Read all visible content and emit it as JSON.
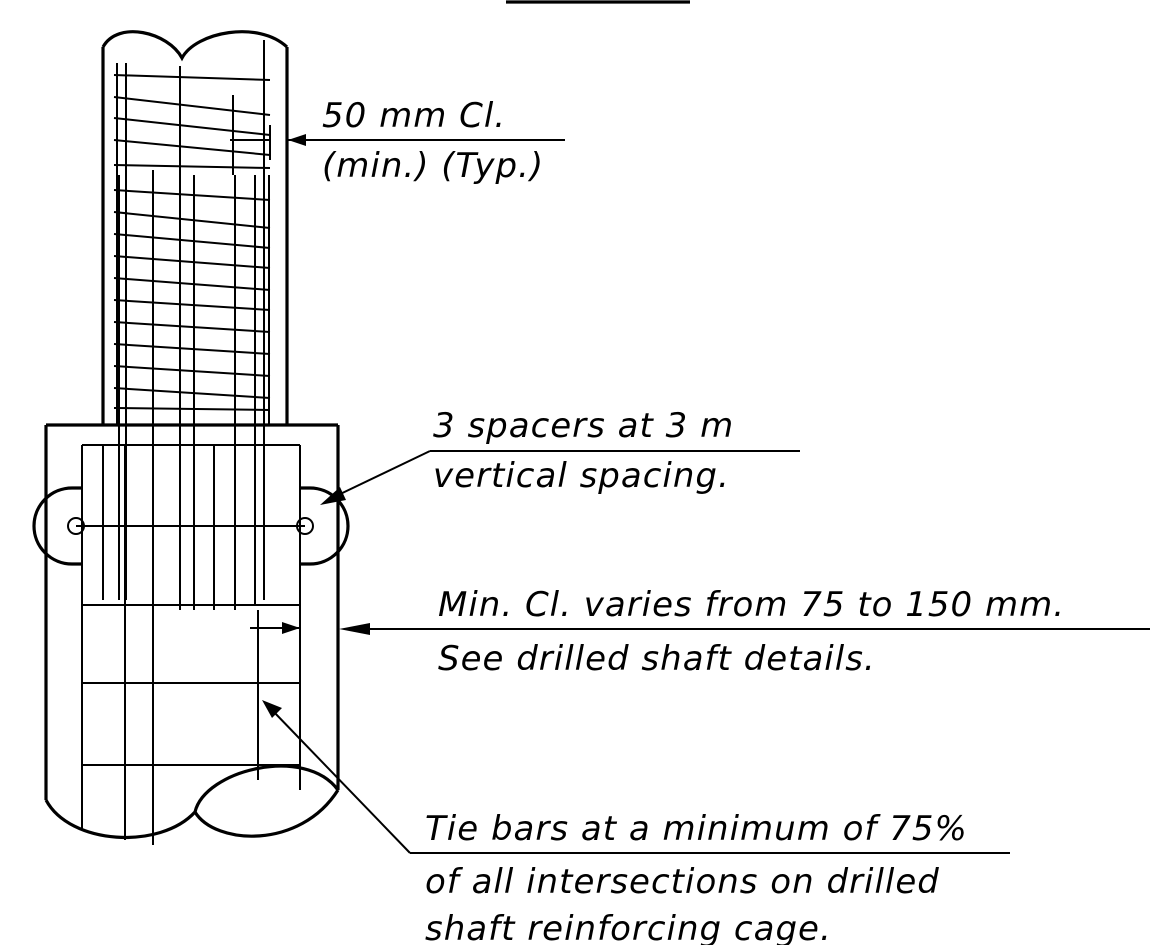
{
  "notes": {
    "column_clear": {
      "line1": "50 mm Cl.",
      "line2": "(min.) (Typ.)"
    },
    "spacers": {
      "line1": "3 spacers at 3 m",
      "line2": "vertical spacing."
    },
    "shaft_clear": {
      "line1": "Min. Cl. varies from 75 to 150 mm.",
      "line2": "See drilled shaft details."
    },
    "tie_bars": {
      "line1": "Tie bars at a minimum of 75%",
      "line2": "of all intersections on drilled",
      "line3": "shaft reinforcing cage."
    }
  }
}
